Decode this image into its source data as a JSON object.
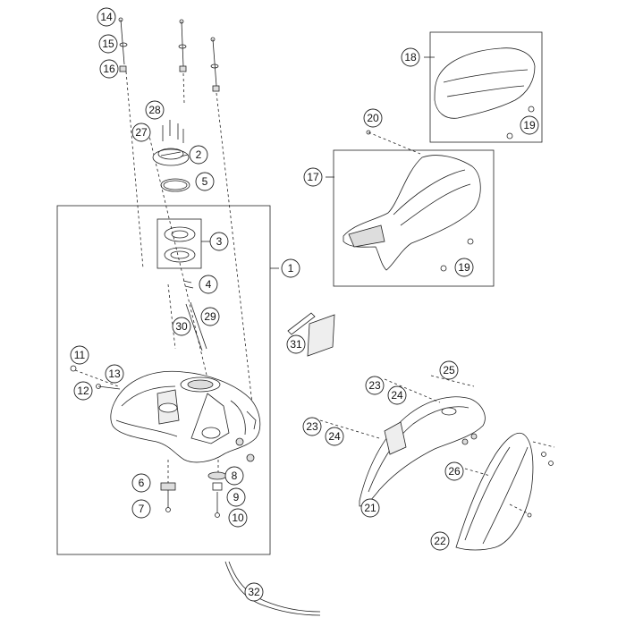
{
  "callouts": {
    "c1": "1",
    "c2": "2",
    "c3": "3",
    "c4": "4",
    "c5": "5",
    "c6": "6",
    "c7": "7",
    "c8": "8",
    "c9": "9",
    "c10": "10",
    "c11": "11",
    "c12": "12",
    "c13": "13",
    "c14": "14",
    "c15": "15",
    "c16": "16",
    "c17": "17",
    "c18": "18",
    "c19a": "19",
    "c19b": "19",
    "c20": "20",
    "c21": "21",
    "c22": "22",
    "c23a": "23",
    "c23b": "23",
    "c24a": "24",
    "c24b": "24",
    "c25": "25",
    "c26": "26",
    "c27": "27",
    "c28": "28",
    "c29": "29",
    "c30": "30",
    "c31": "31",
    "c32": "32"
  },
  "colors": {
    "line": "#222222",
    "fill": "#ffffff",
    "shade": "#dddddd"
  }
}
